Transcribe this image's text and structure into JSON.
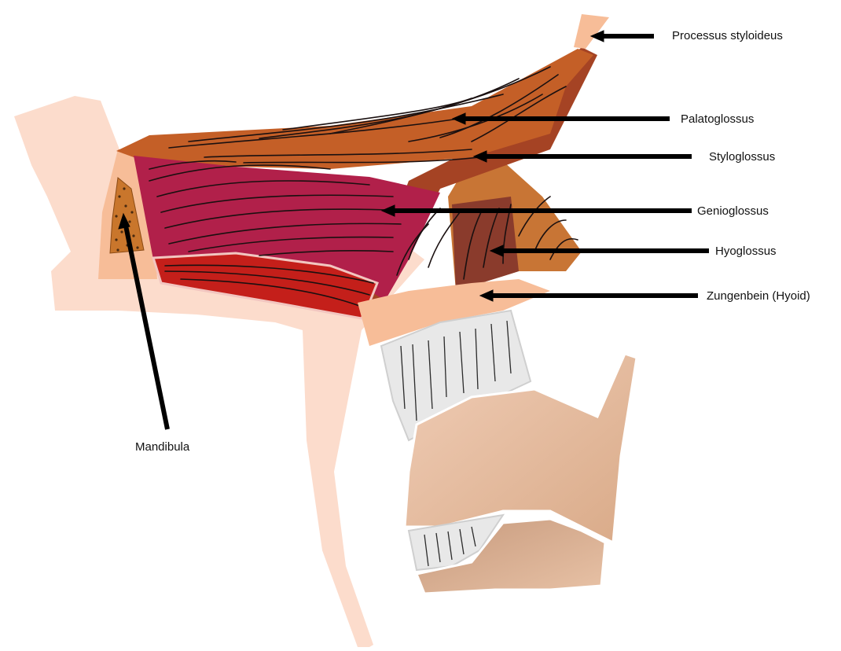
{
  "labels": {
    "processus_styloideus": "Processus styloideus",
    "palatoglossus": "Palatoglossus",
    "styloglossus": "Styloglossus",
    "genioglossus": "Genioglossus",
    "hyoglossus": "Hyoglossus",
    "hyoid": "Zungenbein (Hyoid)",
    "mandibula": "Mandibula"
  },
  "colors": {
    "skin": "#fcdccc",
    "bone": "#f7bd98",
    "muscle_orange": "#c45f27",
    "muscle_dark": "#a54324",
    "muscle_brown": "#8a3b2c",
    "genioglossus": "#b1204a",
    "geniohyoid": "#c41f1a",
    "cartilage": "#e1bea3",
    "membrane": "#e8e8e8",
    "arrow": "#000000"
  }
}
